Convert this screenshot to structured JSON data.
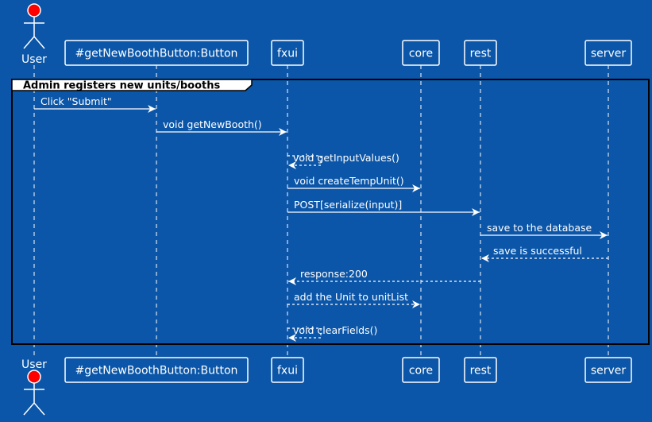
{
  "colors": {
    "background": "#0b56a8",
    "line": "#ffffff",
    "actor_head": "#ff0000",
    "frame_label_bg": "#ffffff",
    "frame_label_text": "#000000"
  },
  "participants": [
    {
      "id": "user",
      "label": "User",
      "kind": "actor"
    },
    {
      "id": "btn",
      "label": "#getNewBoothButton:Button",
      "kind": "box"
    },
    {
      "id": "fxui",
      "label": "fxui",
      "kind": "box"
    },
    {
      "id": "core",
      "label": "core",
      "kind": "box"
    },
    {
      "id": "rest",
      "label": "rest",
      "kind": "box"
    },
    {
      "id": "server",
      "label": "server",
      "kind": "box"
    }
  ],
  "frame": {
    "label": "Admin registers new units/booths"
  },
  "messages": [
    {
      "from": "user",
      "to": "btn",
      "label": "Click \"Submit\"",
      "style": "solid"
    },
    {
      "from": "btn",
      "to": "fxui",
      "label": "void getNewBooth()",
      "style": "solid"
    },
    {
      "from": "fxui",
      "to": "fxui",
      "label": "void getInputValues()",
      "style": "dashed"
    },
    {
      "from": "fxui",
      "to": "core",
      "label": "void createTempUnit()",
      "style": "solid"
    },
    {
      "from": "fxui",
      "to": "rest",
      "label": "POST[serialize(input)]",
      "style": "solid"
    },
    {
      "from": "rest",
      "to": "server",
      "label": "save to the database",
      "style": "solid"
    },
    {
      "from": "server",
      "to": "rest",
      "label": "save is successful",
      "style": "dashed"
    },
    {
      "from": "rest",
      "to": "fxui",
      "label": "response:200",
      "style": "dashed"
    },
    {
      "from": "fxui",
      "to": "core",
      "label": "add the Unit to unitList",
      "style": "dashed"
    },
    {
      "from": "fxui",
      "to": "fxui",
      "label": "void clearFields()",
      "style": "dashed"
    }
  ]
}
